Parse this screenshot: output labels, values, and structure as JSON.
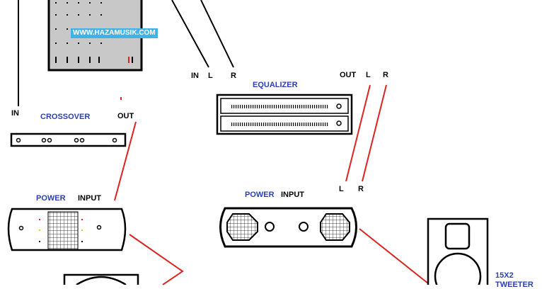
{
  "watermark": "WWW.HAZAMUSIK.COM",
  "labels": {
    "in_left": "IN",
    "crossover": "CROSSOVER",
    "out_crossover": "OUT",
    "eq_in": "IN",
    "eq_in_l": "L",
    "eq_in_r": "R",
    "equalizer": "EQUALIZER",
    "eq_out": "OUT",
    "eq_out_l": "L",
    "eq_out_r": "R",
    "amp_l": "L",
    "amp_r": "R",
    "power_left": "POWER",
    "input_left": "INPUT",
    "power_right": "POWER",
    "input_right": "INPUT",
    "tweeter_line1": "15X2",
    "tweeter_line2": "TWEETER"
  },
  "colors": {
    "wire_red": "#dd2222",
    "label_blue": "#2b3fb8",
    "device_fill": "#c8c8c8",
    "watermark_bg": "#3fb3e8",
    "outline": "#000000"
  }
}
